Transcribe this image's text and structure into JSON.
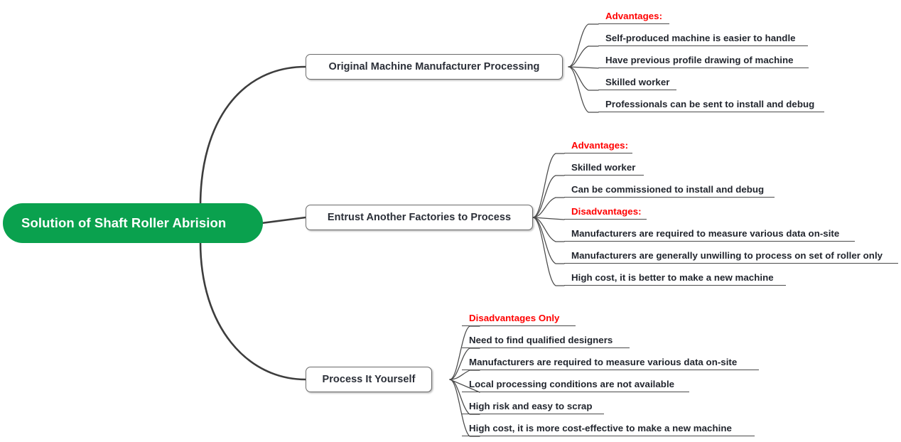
{
  "diagram": {
    "type": "mind-map",
    "title": "Solution of Shaft Roller Abrision",
    "colors": {
      "root_fill": "#0aa14e",
      "root_text": "#ffffff",
      "branch_border": "#6b6b6b",
      "branch_text": "#2b2f38",
      "leaf_text": "#22262e",
      "section_text": "#ff0000",
      "connector": "#3d3d3d"
    }
  },
  "root": {
    "label": "Solution of Shaft Roller Abrision"
  },
  "branches": [
    {
      "label": "Original Machine Manufacturer Processing",
      "leaves": [
        {
          "text": "Advantages:",
          "kind": "section"
        },
        {
          "text": "Self-produced machine is easier to handle",
          "kind": "item"
        },
        {
          "text": "Have previous profile drawing of machine",
          "kind": "item"
        },
        {
          "text": "Skilled worker",
          "kind": "item"
        },
        {
          "text": "Professionals can be sent to install and debug",
          "kind": "item"
        }
      ]
    },
    {
      "label": "Entrust Another Factories to Process",
      "leaves": [
        {
          "text": "Advantages:",
          "kind": "section"
        },
        {
          "text": "Skilled worker",
          "kind": "item"
        },
        {
          "text": "Can be commissioned to install and debug",
          "kind": "item"
        },
        {
          "text": "Disadvantages:",
          "kind": "section"
        },
        {
          "text": "Manufacturers are required to measure various data on-site",
          "kind": "item"
        },
        {
          "text": "Manufacturers are generally unwilling to process on set of roller only",
          "kind": "item"
        },
        {
          "text": "High cost, it is better to make a new machine",
          "kind": "item"
        }
      ]
    },
    {
      "label": "Process It Yourself",
      "leaves": [
        {
          "text": "Disadvantages Only",
          "kind": "section"
        },
        {
          "text": "Need to find qualified designers",
          "kind": "item"
        },
        {
          "text": "Manufacturers are required to measure various data on-site",
          "kind": "item"
        },
        {
          "text": "Local processing conditions are not available",
          "kind": "item"
        },
        {
          "text": "High risk and easy to scrap",
          "kind": "item"
        },
        {
          "text": "High cost, it is more cost-effective to make a new machine",
          "kind": "item"
        }
      ]
    }
  ]
}
